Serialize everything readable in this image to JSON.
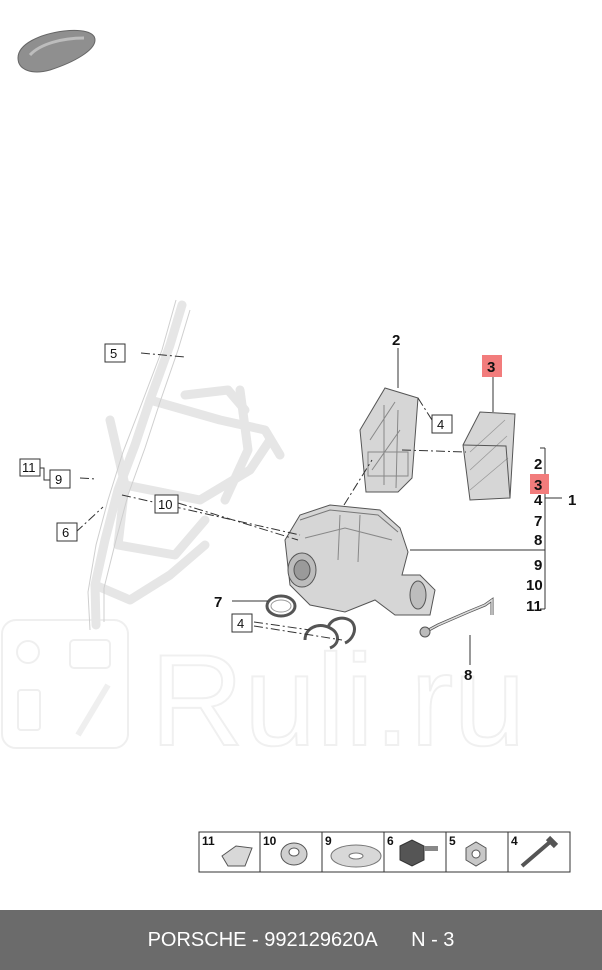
{
  "watermark": "Ruli.ru",
  "footer": {
    "brand": "PORSCHE",
    "separator": " - ",
    "part_number": "992129620A",
    "page": "N - 3"
  },
  "callouts": {
    "c1": "1",
    "c2": "2",
    "c3_top": "3",
    "c3_list": "3",
    "c4_air": "4",
    "c4_low": "4",
    "c4_list": "4",
    "c5": "5",
    "c6": "6",
    "c7": "7",
    "c7_list": "7",
    "c8": "8",
    "c8_list": "8",
    "c9": "9",
    "c9_list": "9",
    "c10": "10",
    "c10_list": "10",
    "c11": "11",
    "c11_list": "11",
    "c2_list": "2"
  },
  "legend": [
    "11",
    "10",
    "9",
    "6",
    "5",
    "4"
  ],
  "colors": {
    "highlight": "#f27c7c",
    "footer_bg": "#6b6b6b"
  }
}
